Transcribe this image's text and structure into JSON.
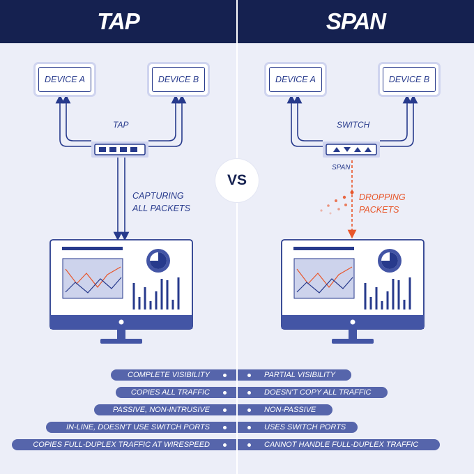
{
  "left": {
    "title": "TAP",
    "device_a": "DEVICE A",
    "device_b": "DEVICE B",
    "hub_label": "TAP",
    "flow_label_1": "CAPTURING",
    "flow_label_2": "ALL PACKETS"
  },
  "right": {
    "title": "SPAN",
    "device_a": "DEVICE A",
    "device_b": "DEVICE B",
    "hub_label": "SWITCH",
    "port_label": "SPAN",
    "flow_label_1": "DROPPING",
    "flow_label_2": "PACKETS"
  },
  "vs_label": "VS",
  "comparison": [
    {
      "tap": "COMPLETE VISIBILITY",
      "span": "PARTIAL VISIBILITY"
    },
    {
      "tap": "COPIES ALL TRAFFIC",
      "span": "DOESN'T COPY ALL TRAFFIC"
    },
    {
      "tap": "PASSIVE, NON-INTRUSIVE",
      "span": "NON-PASSIVE"
    },
    {
      "tap": "IN-LINE, DOESN'T USE SWITCH PORTS",
      "span": "USES SWITCH PORTS"
    },
    {
      "tap": "COPIES FULL-DUPLEX TRAFFIC AT WIRESPEED",
      "span": "CANNOT HANDLE FULL-DUPLEX TRAFFIC"
    }
  ],
  "colors": {
    "navy": "#152150",
    "accent": "#273a8c",
    "pill": "#5665ab",
    "orange": "#e8572c",
    "panel": "#eceef8"
  }
}
